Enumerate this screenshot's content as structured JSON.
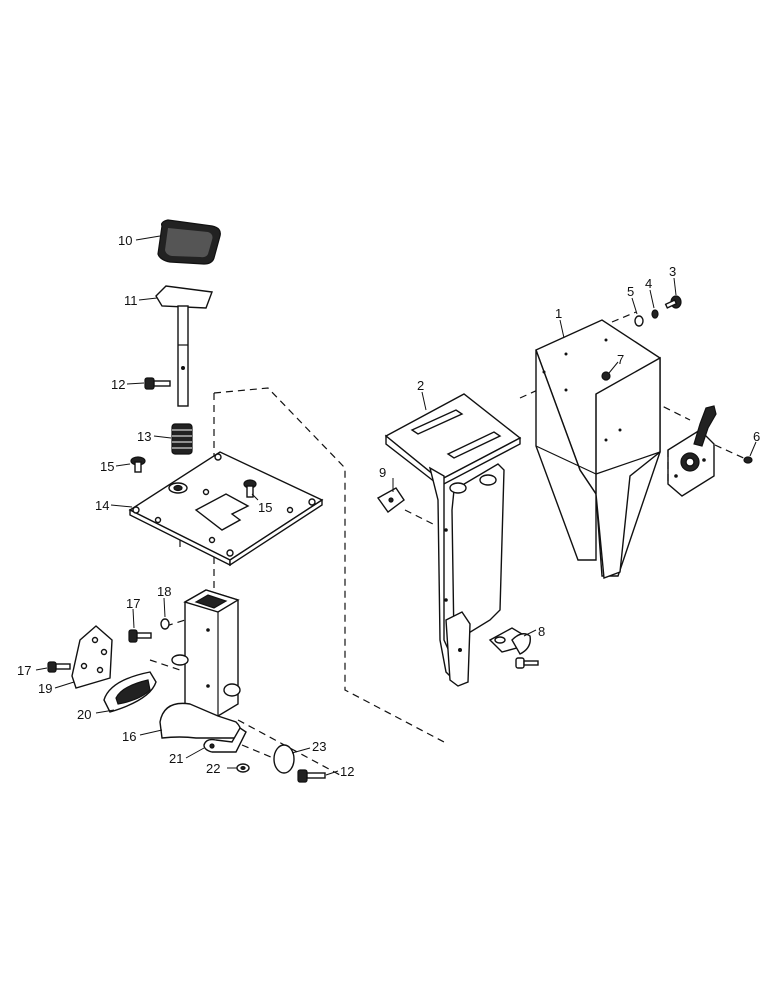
{
  "labels": {
    "l1": "1",
    "l2": "2",
    "l3": "3",
    "l4": "4",
    "l5": "5",
    "l6": "6",
    "l7": "7",
    "l8": "8",
    "l9": "9",
    "l10": "10",
    "l11": "11",
    "l12a": "12",
    "l12b": "12",
    "l13": "13",
    "l14": "14",
    "l15a": "15",
    "l15b": "15",
    "l16": "16",
    "l17a": "17",
    "l17b": "17",
    "l18": "18",
    "l19": "19",
    "l20": "20",
    "l21": "21",
    "l22": "22",
    "l23": "23"
  }
}
